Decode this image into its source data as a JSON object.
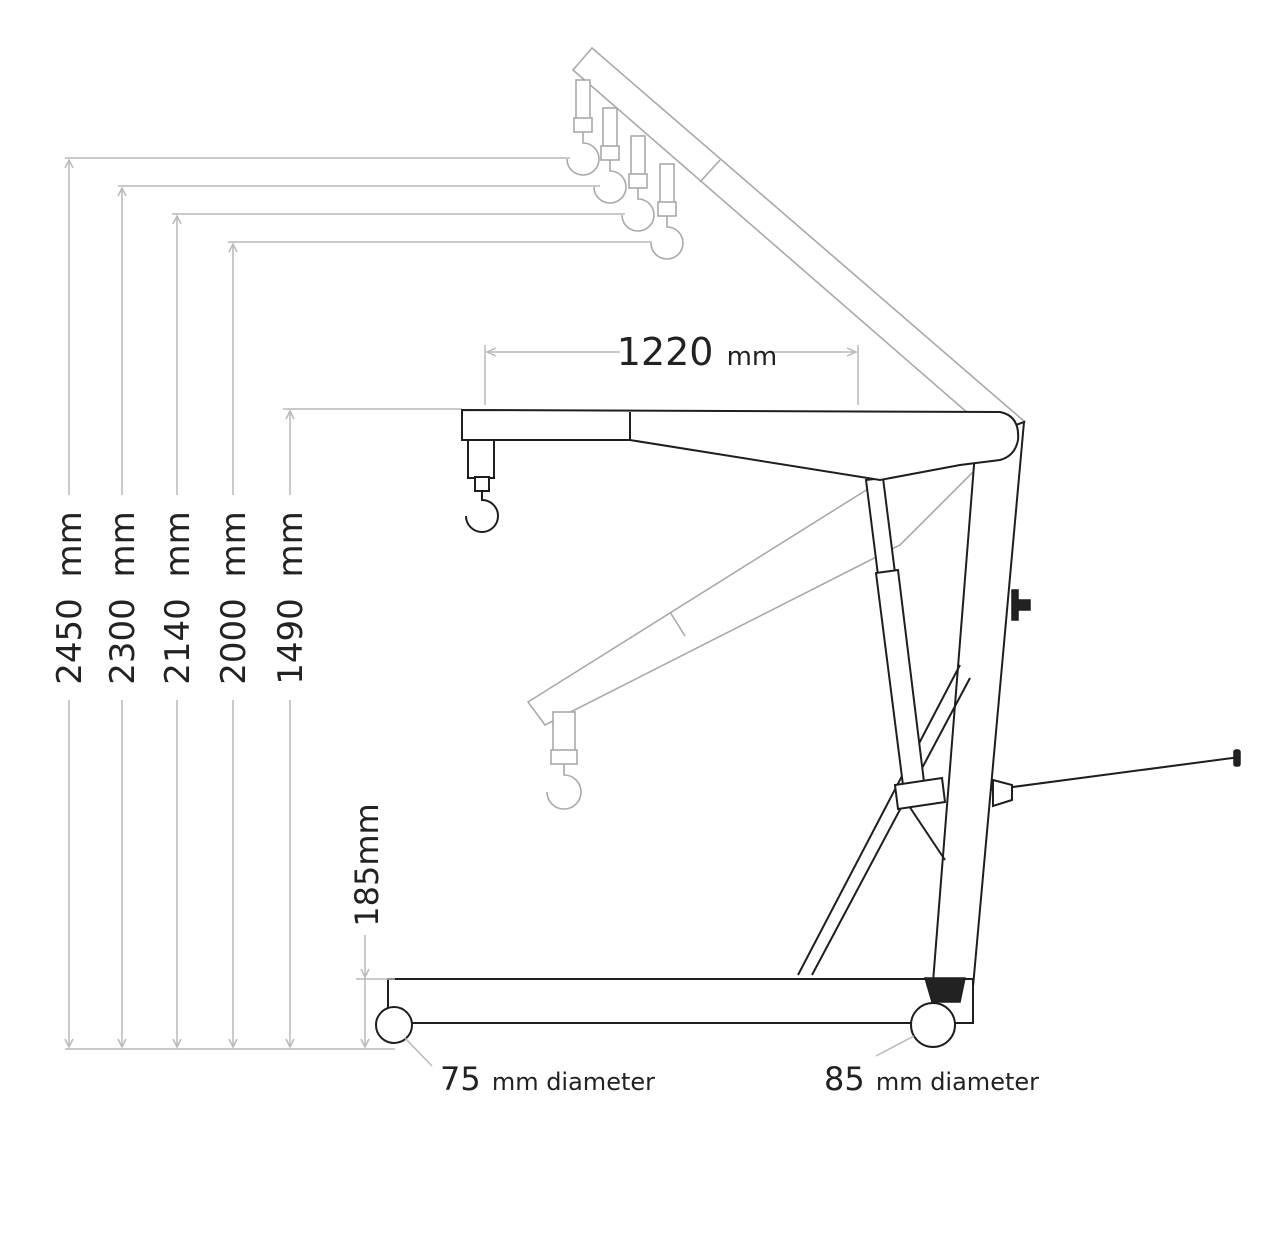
{
  "heights": [
    {
      "value": "2450",
      "unit": "mm"
    },
    {
      "value": "2300",
      "unit": "mm"
    },
    {
      "value": "2140",
      "unit": "mm"
    },
    {
      "value": "2000",
      "unit": "mm"
    },
    {
      "value": "1490",
      "unit": "mm"
    }
  ],
  "boom_reach": {
    "value": "1220",
    "unit": "mm"
  },
  "leg_height": {
    "label": "185mm"
  },
  "front_wheel": {
    "value": "75",
    "label": "mm diameter"
  },
  "rear_wheel": {
    "value": "85",
    "label": "mm diameter"
  }
}
